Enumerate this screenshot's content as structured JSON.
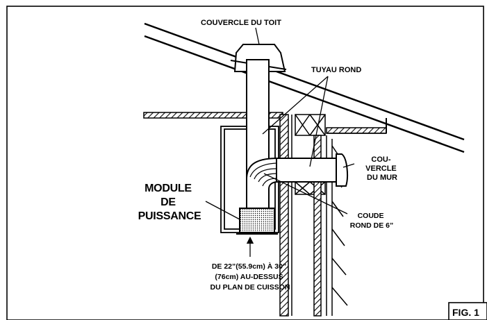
{
  "labels": {
    "roof_cap": "COUVERCLE DU TOIT",
    "round_duct": "TUYAU ROND",
    "wall_cap": [
      "COU-",
      "VERCLE",
      "DU MUR"
    ],
    "power_module": [
      "MODULE",
      "DE",
      "PUISSANCE"
    ],
    "elbow": [
      "COUDE",
      "ROND DE 6”"
    ],
    "height_note": [
      "DE 22”(55.9cm) À 30”",
      "(76cm) AU-DESSUS",
      "DU PLAN DE CUISSON"
    ],
    "figure": "FIG. 1"
  }
}
